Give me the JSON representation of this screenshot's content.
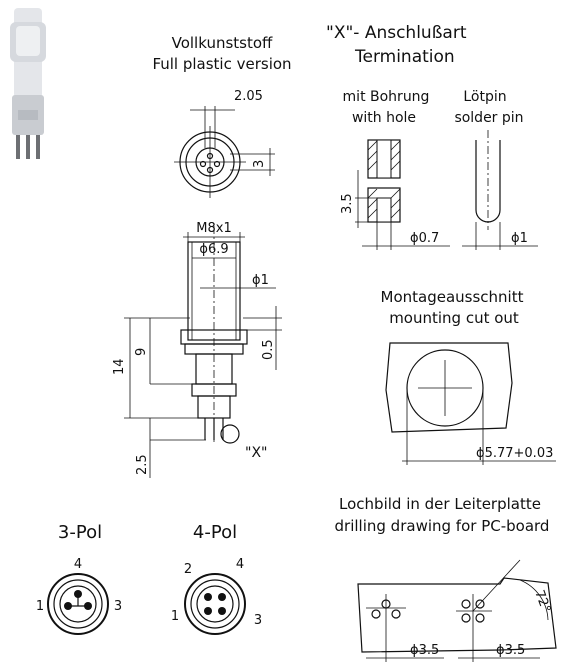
{
  "header": {
    "full_plastic_de": "Vollkunststoff",
    "full_plastic_en": "Full plastic version",
    "termination_de": "\"X\"- Anschlußart",
    "termination_en": "Termination",
    "with_hole_de": "mit Bohrung",
    "with_hole_en": "with hole",
    "solder_pin_de": "Lötpin",
    "solder_pin_en": "solder pin"
  },
  "dimensions": {
    "top_width": "2.05",
    "top_height": "3",
    "hole_length": "3.5",
    "hole_dia": "ϕ0.7",
    "pin_dia": "ϕ1",
    "thread": "M8x1",
    "body_dia": "ϕ6.9",
    "small_dia": "ϕ1",
    "len_14": "14",
    "len_9": "9",
    "len_05": "0.5",
    "len_25": "2.5",
    "x_marker": "\"X\"",
    "cutout_dia": "ϕ5.77+0.03",
    "pitch_left": "ϕ3.5",
    "pitch_right": "ϕ3.5",
    "angle": "72°"
  },
  "mounting": {
    "title_de": "Montageausschnitt",
    "title_en": "mounting cut out"
  },
  "drilling": {
    "title_de": "Lochbild in der Leiterplatte",
    "title_en": "drilling drawing for PC-board"
  },
  "pinouts": {
    "three_pol": {
      "label": "3-Pol",
      "pin_top": "4",
      "pin_left": "1",
      "pin_right": "3"
    },
    "four_pol": {
      "label": "4-Pol",
      "pin_topleft": "2",
      "pin_topright": "4",
      "pin_left": "1",
      "pin_right": "3"
    }
  }
}
